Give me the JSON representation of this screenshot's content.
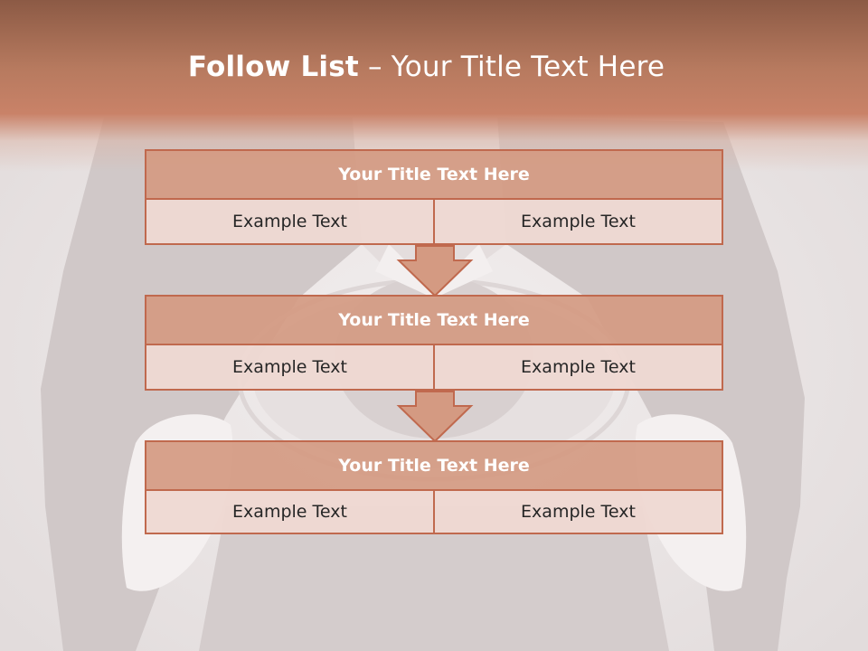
{
  "slide": {
    "title_bold": "Follow List",
    "title_rest": "– Your Title Text Here"
  },
  "blocks": [
    {
      "title": "Your Title Text Here",
      "left_text": "Example Text",
      "right_text": "Example Text"
    },
    {
      "title": "Your Title Text Here",
      "left_text": "Example Text",
      "right_text": "Example Text"
    },
    {
      "title": "Your Title Text Here",
      "left_text": "Example Text",
      "right_text": "Example Text"
    }
  ],
  "colors": {
    "header": "#c98268",
    "block_title_fill": "#d49a82",
    "block_border": "#c0694e",
    "cell_fill": "#eed8d2"
  },
  "icons": [
    "down-arrow-icon",
    "down-arrow-icon"
  ]
}
